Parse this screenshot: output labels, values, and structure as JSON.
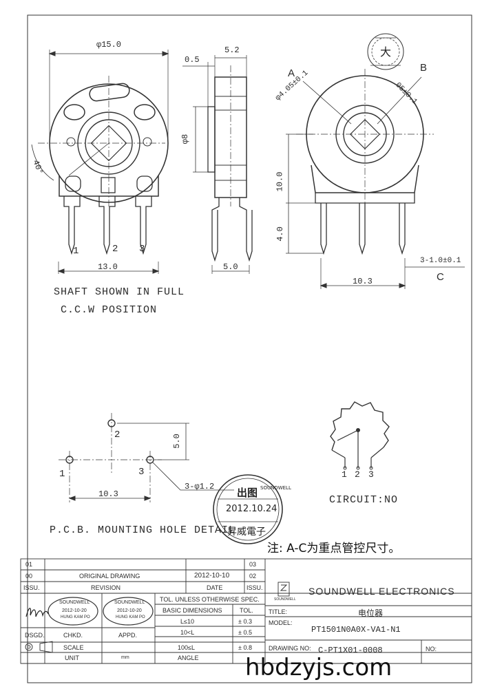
{
  "drawing": {
    "front": {
      "dim_width": "φ15.0",
      "dim_angle": "40°",
      "dim_span": "13.0",
      "pin_labels": [
        "1",
        "2",
        "3"
      ]
    },
    "side": {
      "dim_top": "5.2",
      "dim_offset": "0.5",
      "dim_shaft": "φ8",
      "dim_bottom": "5.0"
    },
    "back": {
      "label_a": "A",
      "label_b": "B",
      "label_c": "C",
      "dim_a": "φ4.05±0.1",
      "dim_b": "05±0.1",
      "dim_height": "10.0",
      "dim_pin": "4.0",
      "dim_span": "10.3",
      "dim_pin_width": "3-1.0±0.1"
    },
    "shaft_note": [
      "SHAFT SHOWN IN FULL",
      "C.C.W  POSITION"
    ],
    "pcb": {
      "pin_labels": [
        "1",
        "2",
        "3"
      ],
      "dim_height": "5.0",
      "dim_span": "10.3",
      "dim_hole": "3-φ1.2",
      "title": "P.C.B. MOUNTING HOLE DETAIL"
    },
    "circuit": {
      "pin_labels": [
        "1",
        "2",
        "3"
      ],
      "label": "CIRCUIT:NO"
    },
    "note_cn": "注: A-C为重点管控尺寸。"
  },
  "stamps": {
    "top_right": "大",
    "outgoing": {
      "line1": "出图",
      "date": "2012.10.24",
      "line3": "昇威電子",
      "tag": "SOUNDWELL"
    },
    "chkd": {
      "name": "SOUNDWELL",
      "date": "2012-10-20",
      "place": "HUNG KAM PO"
    },
    "appd": {
      "name": "SOUNDWELL",
      "date": "2012-10-20",
      "place": "HUNG KAM PO"
    }
  },
  "title_block": {
    "rev_rows": [
      {
        "no": "01",
        "text": "",
        "date": "",
        "no2": "03"
      },
      {
        "no": "00",
        "text": "ORIGINAL  DRAWING",
        "date": "2012-10-10",
        "no2": "02"
      }
    ],
    "header": {
      "issu": "ISSU.",
      "revision": "REVISION",
      "date": "DATE",
      "issu2": "ISSU."
    },
    "company": "SOUNDWELL ELECTRONICS",
    "logo_text": "SOUNDWELL",
    "tol_heading": "TOL. UNLESS OTHERWISE SPEC.",
    "basic_dim": "BASIC DIMENSIONS",
    "tol": "TOL.",
    "rows": [
      {
        "range": "L≤10",
        "tol": "± 0.3"
      },
      {
        "range": "10<L",
        "tol": "± 0.5"
      },
      {
        "range": "100≤L",
        "tol": "± 0.8"
      }
    ],
    "angle_label": "ANGLE",
    "labels": {
      "title": "TITLE:",
      "model": "MODEL:",
      "drawing_no": "DRAWING NO:",
      "no": "NO:",
      "dsgd": "DSGD.",
      "chkd": "CHKD.",
      "appd": "APPD.",
      "scale": "SCALE",
      "unit": "UNIT",
      "unit_value": "mm"
    },
    "title_value": "电位器",
    "model_value": "PT1501N0A0X-VA1-N1",
    "drawing_no_value": "C-PT1X01-0008"
  },
  "watermark": "hbdzyjs.com"
}
